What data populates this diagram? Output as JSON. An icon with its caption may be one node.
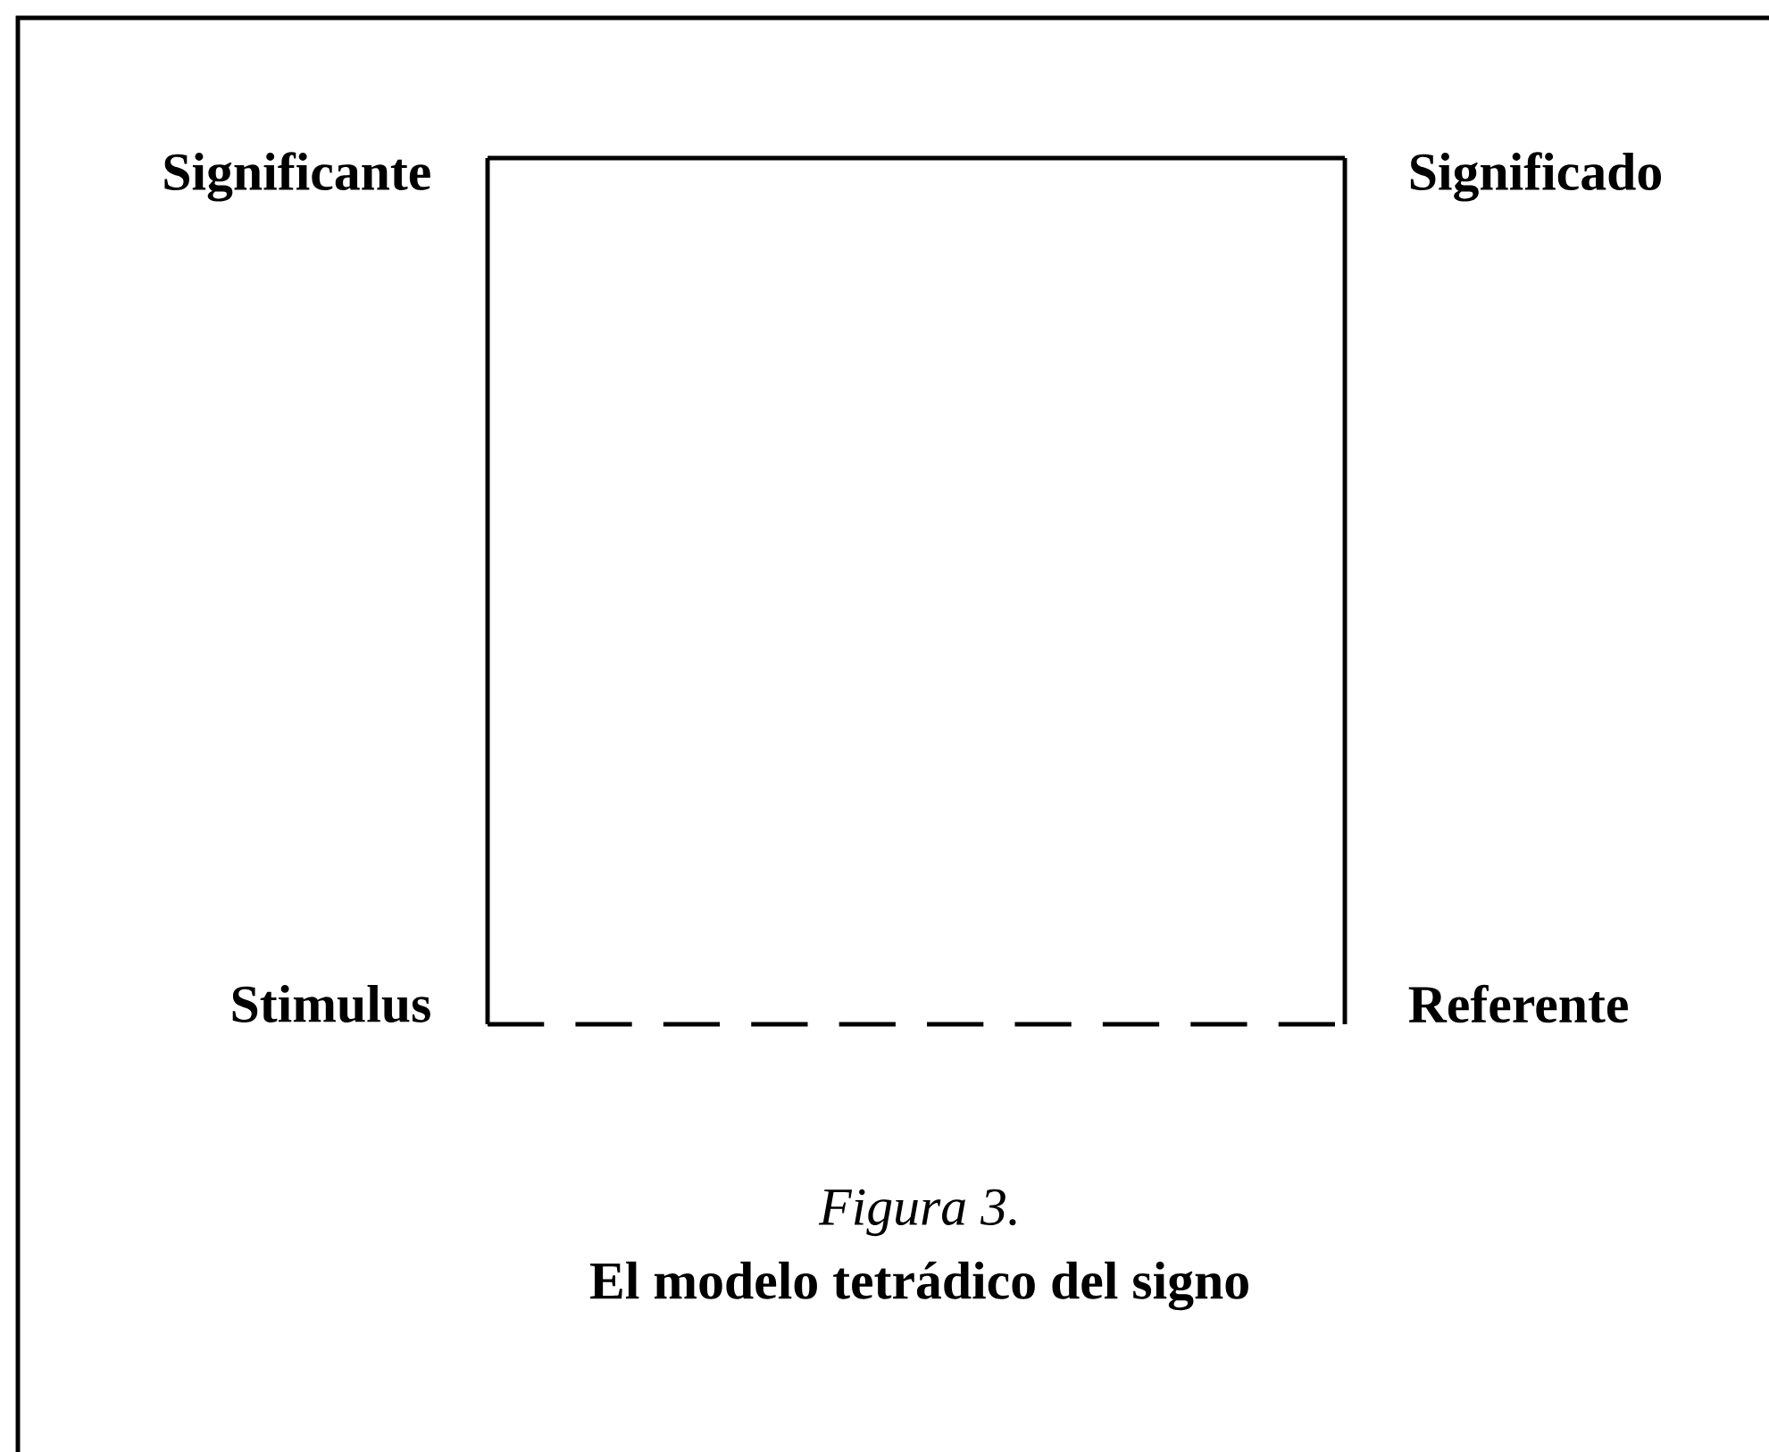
{
  "diagram": {
    "nodes": [
      {
        "text": [
          "Significante"
        ]
      },
      {
        "text": [
          "Significado"
        ]
      },
      {
        "text": [
          "Stimulus"
        ]
      },
      {
        "text": [
          "Referente"
        ]
      }
    ],
    "edges": [
      {
        "from": 0,
        "to": 1,
        "arrow": "none"
      },
      {
        "from": 0,
        "to": 2,
        "arrow": "none"
      },
      {
        "from": 1,
        "to": 3,
        "arrow": "none"
      },
      {
        "from": 2,
        "to": 3,
        "arrow": "none",
        "style": "dashed"
      }
    ],
    "labels": [
      "Figura 3.",
      "El modelo tetrádico del signo"
    ]
  }
}
